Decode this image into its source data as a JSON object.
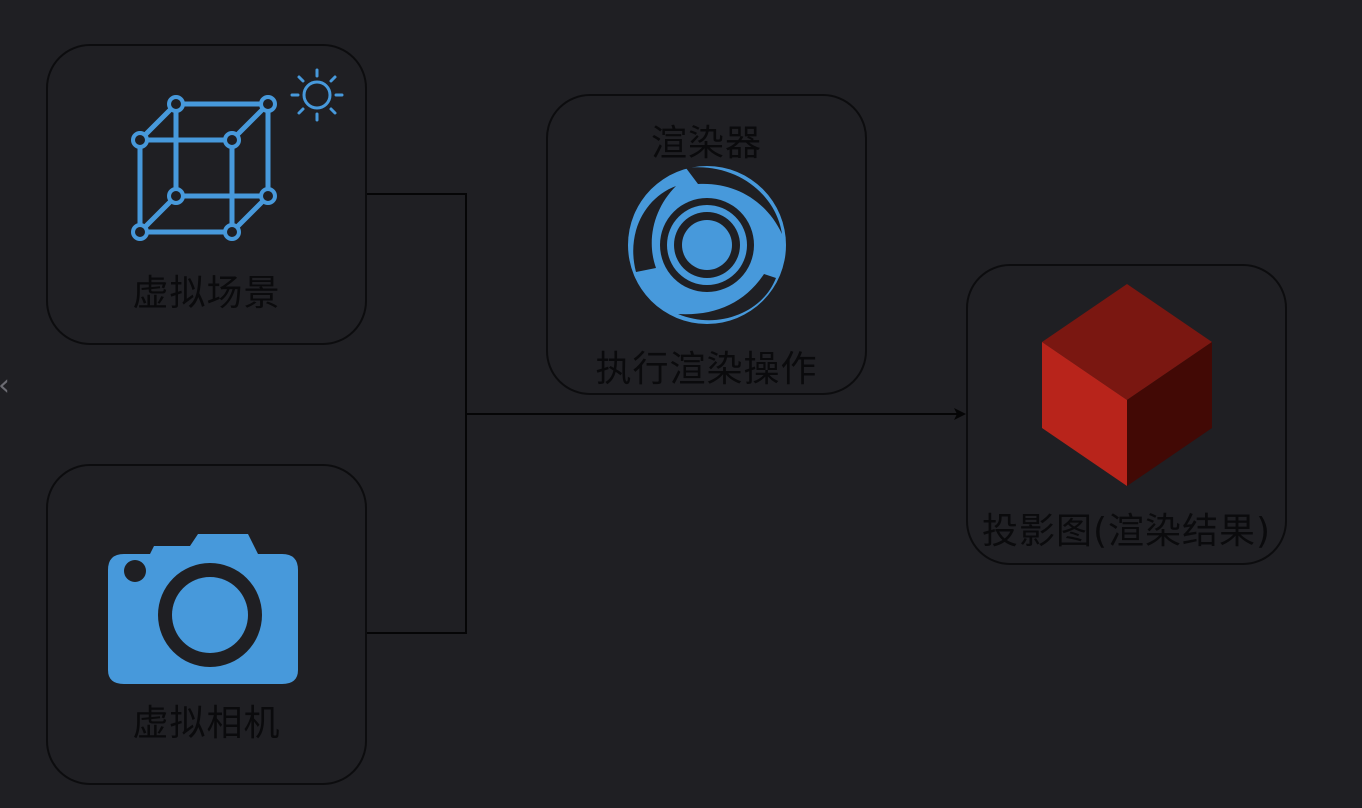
{
  "colors": {
    "background": "#1f1f23",
    "border": "#0c0c0e",
    "text": "#0a0a0c",
    "icon_blue": "#4799db",
    "cube_red": "#b8241b"
  },
  "nodes": {
    "scene": {
      "label": "虚拟场景",
      "icons": [
        "wireframe-cube-icon",
        "sun-icon"
      ]
    },
    "camera": {
      "label": "虚拟相机",
      "icons": [
        "camera-icon"
      ]
    },
    "renderer": {
      "title": "渲染器",
      "label": "执行渲染操作",
      "icons": [
        "renderer-swirl-icon"
      ]
    },
    "result": {
      "label": "投影图(渲染结果)",
      "icons": [
        "red-cube-icon"
      ]
    }
  },
  "edges": [
    {
      "from": "scene",
      "to": "result"
    },
    {
      "from": "camera",
      "to": "result"
    }
  ],
  "side_icons": [
    "chevron-left-icon"
  ]
}
